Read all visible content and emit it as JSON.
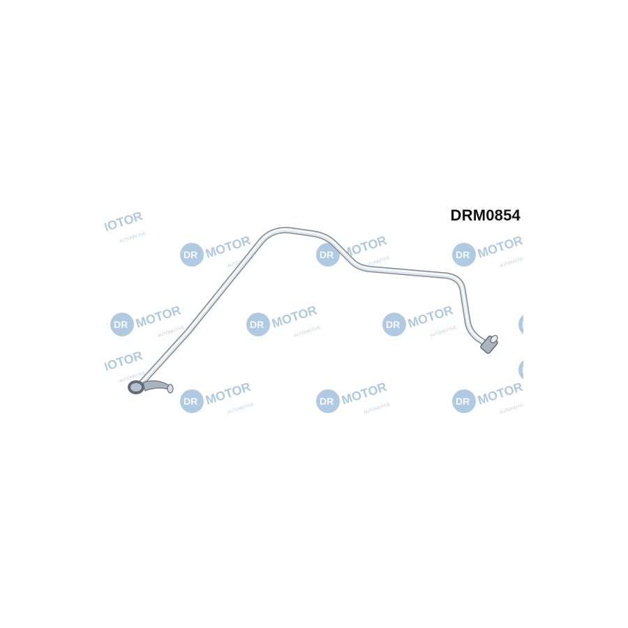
{
  "product": {
    "part_number": "DRM0854",
    "subject": "metal-oil-pipe",
    "pipe_color": "#c9d2da"
  },
  "watermark": {
    "brand": "DR.MOTOR",
    "tagline": "AUTOMOTIVE",
    "color": "#6fa0c8"
  }
}
